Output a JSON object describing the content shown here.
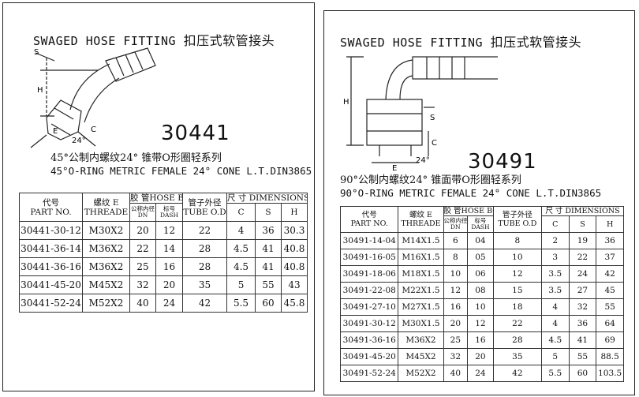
{
  "left": {
    "header_en": "SWAGED HOSE FITTING",
    "header_cn": "扣压式软管接头",
    "part_number": "30441",
    "desc_cn": "45°公制内螺纹24° 锥带O形圈轻系列",
    "desc_en": "45°O-RING METRIC FEMALE 24° CONE L.T.DIN3865",
    "dims": {
      "s": "S",
      "h": "H",
      "e": "E",
      "c": "C",
      "angle": "24°"
    },
    "table": {
      "col_part_cn": "代号",
      "col_part_en": "PART NO.",
      "col_thread_cn": "螺纹 E",
      "col_thread_en": "THREADE",
      "col_hose": "胶 管HOSE BORE",
      "col_dn_cn": "公称内径",
      "col_dn_en": "DN",
      "col_dash_cn": "标号",
      "col_dash_en": "DASH",
      "col_tube_cn": "管子外径",
      "col_tube_en": "TUBE O.D",
      "col_dim": "尺 寸 DIMENSIONS",
      "col_c": "C",
      "col_s": "S",
      "col_h": "H",
      "rows": [
        [
          "30441-30-12",
          "M30X2",
          "20",
          "12",
          "22",
          "4",
          "36",
          "30.3"
        ],
        [
          "30441-36-14",
          "M36X2",
          "22",
          "14",
          "28",
          "4.5",
          "41",
          "40.8"
        ],
        [
          "30441-36-16",
          "M36X2",
          "25",
          "16",
          "28",
          "4.5",
          "41",
          "40.8"
        ],
        [
          "30441-45-20",
          "M45X2",
          "32",
          "20",
          "35",
          "5",
          "55",
          "43"
        ],
        [
          "30441-52-24",
          "M52X2",
          "40",
          "24",
          "42",
          "5.5",
          "60",
          "45.8"
        ]
      ]
    }
  },
  "right": {
    "header_en": "SWAGED HOSE FITTING",
    "header_cn": "扣压式软管接头",
    "part_number": "30491",
    "desc_cn": "90°公制内螺纹24° 锥面带O形圈轻系列",
    "desc_en": "90°O-RING METRIC FEMALE 24° CONE L.T.DIN3865",
    "dims": {
      "s": "S",
      "h": "H",
      "e": "E",
      "c": "C",
      "angle": "24°"
    },
    "table": {
      "col_part_cn": "代号",
      "col_part_en": "PART NO.",
      "col_thread_cn": "螺纹 E",
      "col_thread_en": "THREADE",
      "col_hose": "胶 管HOSE BORE",
      "col_dn_cn": "公称内径",
      "col_dn_en": "DN",
      "col_dash_cn": "标号",
      "col_dash_en": "DASH",
      "col_tube_cn": "管子外径",
      "col_tube_en": "TUBE O.D",
      "col_dim": "尺 寸 DIMENSIONS",
      "col_c": "C",
      "col_s": "S",
      "col_h": "H",
      "rows": [
        [
          "30491-14-04",
          "M14X1.5",
          "6",
          "04",
          "8",
          "2",
          "19",
          "36"
        ],
        [
          "30491-16-05",
          "M16X1.5",
          "8",
          "05",
          "10",
          "3",
          "22",
          "37"
        ],
        [
          "30491-18-06",
          "M18X1.5",
          "10",
          "06",
          "12",
          "3.5",
          "24",
          "42"
        ],
        [
          "30491-22-08",
          "M22X1.5",
          "12",
          "08",
          "15",
          "3.5",
          "27",
          "45"
        ],
        [
          "30491-27-10",
          "M27X1.5",
          "16",
          "10",
          "18",
          "4",
          "32",
          "55"
        ],
        [
          "30491-30-12",
          "M30X1.5",
          "20",
          "12",
          "22",
          "4",
          "36",
          "64"
        ],
        [
          "30491-36-16",
          "M36X2",
          "25",
          "16",
          "28",
          "4.5",
          "41",
          "69"
        ],
        [
          "30491-45-20",
          "M45X2",
          "32",
          "20",
          "35",
          "5",
          "55",
          "88.5"
        ],
        [
          "30491-52-24",
          "M52X2",
          "40",
          "24",
          "42",
          "5.5",
          "60",
          "103.5"
        ]
      ]
    }
  }
}
